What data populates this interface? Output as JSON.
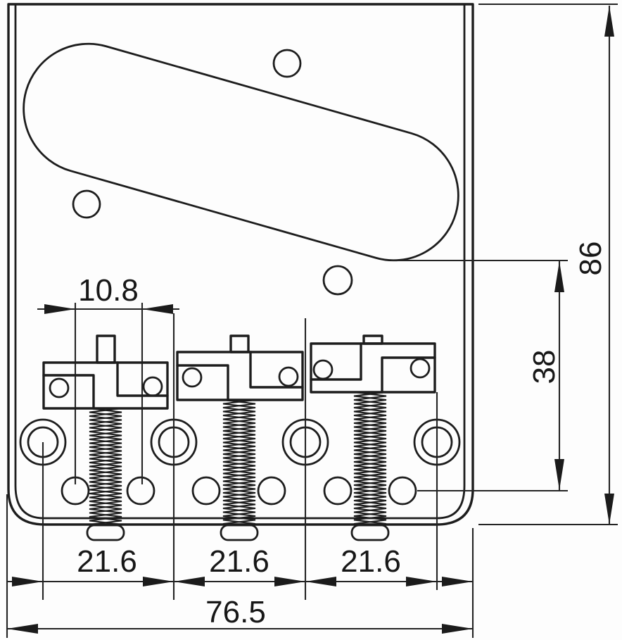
{
  "drawing": {
    "type": "technical-dimension-drawing",
    "subject": "telecaster-bridge-plate-top-view",
    "dimensions": {
      "saddle_string_spacing": "10.8",
      "plate_length": "86",
      "cutout_to_string_holes": "38",
      "mount_hole_spacing_1": "21.6",
      "mount_hole_spacing_2": "21.6",
      "mount_hole_spacing_3": "21.6",
      "plate_width": "76.5"
    },
    "colors": {
      "line": "#1d1d1d",
      "background": "#fdfdfd"
    }
  }
}
